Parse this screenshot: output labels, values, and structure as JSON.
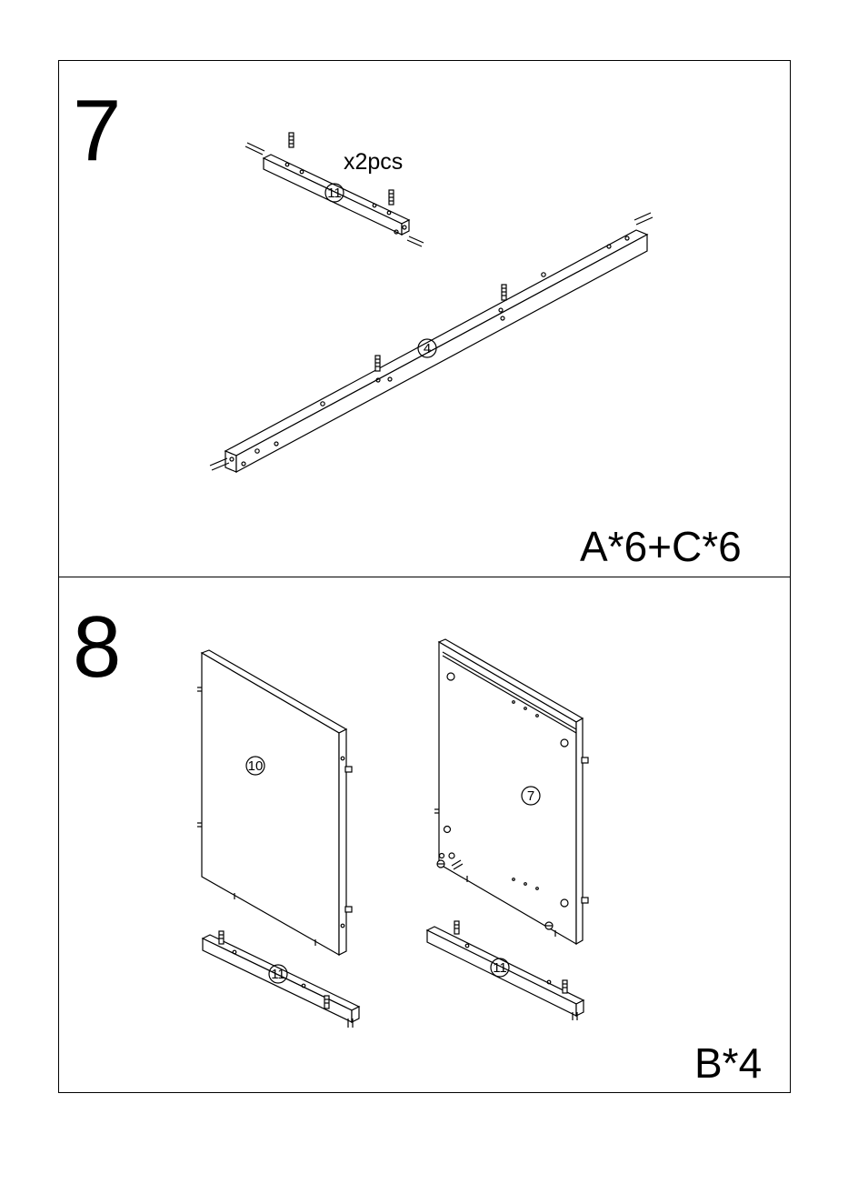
{
  "steps": [
    {
      "number": "7",
      "hardware": "A*6+C*6",
      "quantity_note": "x2pcs",
      "parts": [
        {
          "label": "11",
          "name": "short rail"
        },
        {
          "label": "4",
          "name": "long rail"
        }
      ]
    },
    {
      "number": "8",
      "hardware": "B*4",
      "parts": [
        {
          "label": "10",
          "name": "left panel"
        },
        {
          "label": "7",
          "name": "right panel"
        },
        {
          "label": "11",
          "name": "left base rail"
        },
        {
          "label": "11",
          "name": "right base rail"
        }
      ]
    }
  ],
  "colors": {
    "line": "#000000",
    "background": "#ffffff"
  },
  "icons": [
    "wood-dowel-icon",
    "cam-bolt-icon",
    "cam-lock-icon"
  ]
}
